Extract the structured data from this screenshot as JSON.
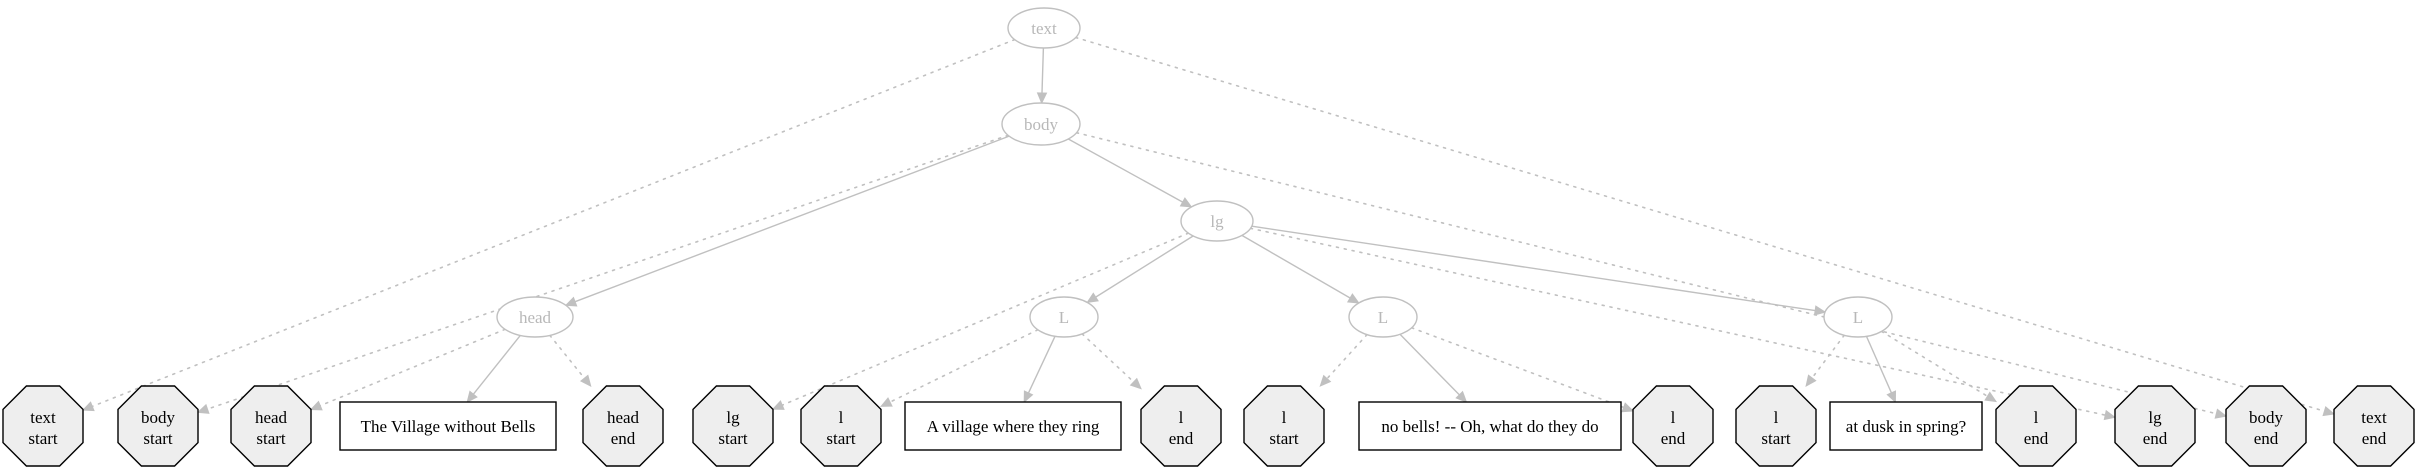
{
  "colors": {
    "edge": "#c0c0c0",
    "element_label": "#b8b8b8",
    "milestone_fill": "#eeeeee",
    "border": "#000000"
  },
  "nodes": {
    "text": "text",
    "body": "body",
    "head": "head",
    "lg": "lg",
    "l1": "L",
    "l2": "L",
    "l3": "L",
    "text_start": [
      "text",
      "start"
    ],
    "body_start": [
      "body",
      "start"
    ],
    "head_start": [
      "head",
      "start"
    ],
    "head_text": "The Village without Bells",
    "head_end": [
      "head",
      "end"
    ],
    "lg_start": [
      "lg",
      "start"
    ],
    "l1_start": [
      "l",
      "start"
    ],
    "l1_text": "A village where they ring",
    "l1_end": [
      "l",
      "end"
    ],
    "l2_start": [
      "l",
      "start"
    ],
    "l2_text": "no bells! -- Oh, what do they do",
    "l2_end": [
      "l",
      "end"
    ],
    "l3_start": [
      "l",
      "start"
    ],
    "l3_text": "at dusk in spring?",
    "l3_end": [
      "l",
      "end"
    ],
    "lg_end": [
      "lg",
      "end"
    ],
    "body_end": [
      "body",
      "end"
    ],
    "text_end": [
      "text",
      "end"
    ]
  }
}
